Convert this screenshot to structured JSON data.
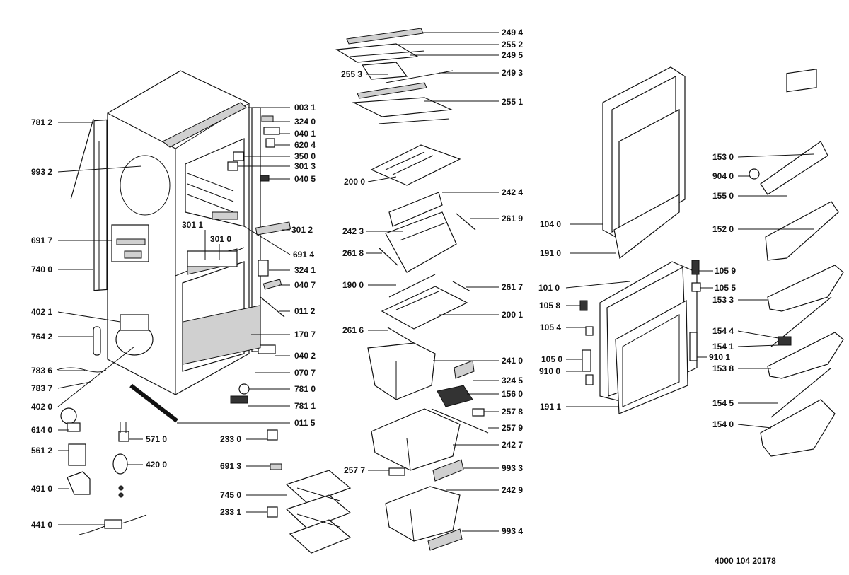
{
  "labels": [
    {
      "id": "2494",
      "text": "249 4"
    },
    {
      "id": "2552",
      "text": "255 2"
    },
    {
      "id": "2495",
      "text": "249 5"
    },
    {
      "id": "2553",
      "text": "255 3"
    },
    {
      "id": "2493",
      "text": "249 3"
    },
    {
      "id": "2551",
      "text": "255 1"
    },
    {
      "id": "7812",
      "text": "781 2"
    },
    {
      "id": "0031",
      "text": "003 1"
    },
    {
      "id": "3240",
      "text": "324 0"
    },
    {
      "id": "0401",
      "text": "040 1"
    },
    {
      "id": "6204",
      "text": "620 4"
    },
    {
      "id": "3500",
      "text": "350 0"
    },
    {
      "id": "9932",
      "text": "993 2"
    },
    {
      "id": "3013",
      "text": "301 3"
    },
    {
      "id": "0405",
      "text": "040 5"
    },
    {
      "id": "2000",
      "text": "200 0"
    },
    {
      "id": "2424",
      "text": "242 4"
    },
    {
      "id": "1530",
      "text": "153 0"
    },
    {
      "id": "9040",
      "text": "904 0"
    },
    {
      "id": "1550",
      "text": "155 0"
    },
    {
      "id": "2619",
      "text": "261 9"
    },
    {
      "id": "1040",
      "text": "104 0"
    },
    {
      "id": "1520",
      "text": "152 0"
    },
    {
      "id": "3011",
      "text": "301 1"
    },
    {
      "id": "3012",
      "text": "301 2"
    },
    {
      "id": "2423",
      "text": "242 3"
    },
    {
      "id": "6917",
      "text": "691 7"
    },
    {
      "id": "3010",
      "text": "301 0"
    },
    {
      "id": "6914",
      "text": "691 4"
    },
    {
      "id": "2618",
      "text": "261 8"
    },
    {
      "id": "1910",
      "text": "191 0"
    },
    {
      "id": "7400",
      "text": "740 0"
    },
    {
      "id": "3241",
      "text": "324 1"
    },
    {
      "id": "1059",
      "text": "105 9"
    },
    {
      "id": "1900",
      "text": "190 0"
    },
    {
      "id": "2617",
      "text": "261 7"
    },
    {
      "id": "1010",
      "text": "101 0"
    },
    {
      "id": "0407",
      "text": "040 7"
    },
    {
      "id": "1055",
      "text": "105 5"
    },
    {
      "id": "1058",
      "text": "105 8"
    },
    {
      "id": "1533",
      "text": "153 3"
    },
    {
      "id": "4021",
      "text": "402 1"
    },
    {
      "id": "0112",
      "text": "011 2"
    },
    {
      "id": "2001",
      "text": "200 1"
    },
    {
      "id": "7642",
      "text": "764 2"
    },
    {
      "id": "2616",
      "text": "261 6"
    },
    {
      "id": "1707",
      "text": "170 7"
    },
    {
      "id": "1054",
      "text": "105 4"
    },
    {
      "id": "1544",
      "text": "154 4"
    },
    {
      "id": "2410",
      "text": "241 0"
    },
    {
      "id": "1541",
      "text": "154 1"
    },
    {
      "id": "0402",
      "text": "040 2"
    },
    {
      "id": "1050",
      "text": "105 0"
    },
    {
      "id": "9101",
      "text": "910 1"
    },
    {
      "id": "7836",
      "text": "783 6"
    },
    {
      "id": "3245",
      "text": "324 5"
    },
    {
      "id": "0707",
      "text": "070 7"
    },
    {
      "id": "9100",
      "text": "910 0"
    },
    {
      "id": "1538",
      "text": "153 8"
    },
    {
      "id": "7837",
      "text": "783 7"
    },
    {
      "id": "7810",
      "text": "781 0"
    },
    {
      "id": "1560",
      "text": "156 0"
    },
    {
      "id": "4020",
      "text": "402 0"
    },
    {
      "id": "7811",
      "text": "781 1"
    },
    {
      "id": "1911",
      "text": "191 1"
    },
    {
      "id": "1545",
      "text": "154 5"
    },
    {
      "id": "2578",
      "text": "257 8"
    },
    {
      "id": "6140",
      "text": "614 0"
    },
    {
      "id": "0115",
      "text": "011 5"
    },
    {
      "id": "2579",
      "text": "257 9"
    },
    {
      "id": "1540",
      "text": "154 0"
    },
    {
      "id": "5710",
      "text": "571 0"
    },
    {
      "id": "2330",
      "text": "233 0"
    },
    {
      "id": "5612",
      "text": "561 2"
    },
    {
      "id": "2427",
      "text": "242 7"
    },
    {
      "id": "4200",
      "text": "420 0"
    },
    {
      "id": "6913",
      "text": "691 3"
    },
    {
      "id": "2577",
      "text": "257 7"
    },
    {
      "id": "9933",
      "text": "993 3"
    },
    {
      "id": "4910",
      "text": "491 0"
    },
    {
      "id": "7450",
      "text": "745 0"
    },
    {
      "id": "2429",
      "text": "242 9"
    },
    {
      "id": "2331",
      "text": "233 1"
    },
    {
      "id": "4410",
      "text": "441 0"
    },
    {
      "id": "9934",
      "text": "993 4"
    }
  ],
  "document_number": "4000 104 20178"
}
